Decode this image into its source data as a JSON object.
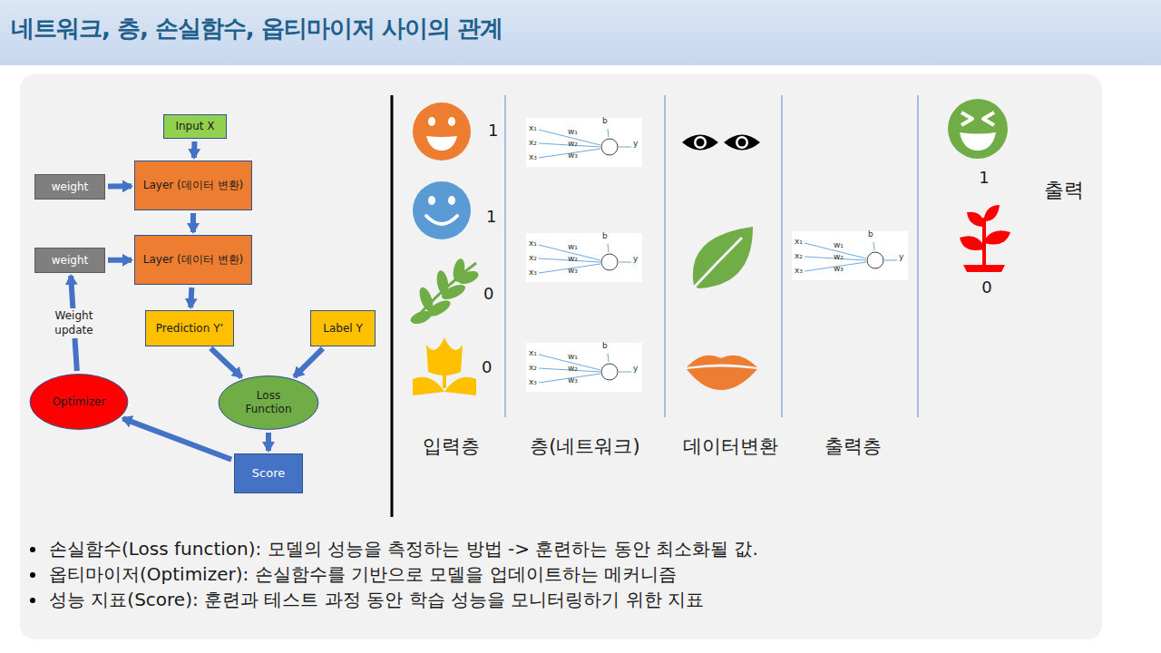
{
  "diagram": {
    "title": "네트워크, 층, 손실함수, 옵티마이저 사이의 관계",
    "nodes": [
      {
        "text": [
          "Input X"
        ]
      },
      {
        "text": [
          "weight"
        ]
      },
      {
        "text": [
          "Layer (데이터 변환)"
        ]
      },
      {
        "text": [
          "weight"
        ]
      },
      {
        "text": [
          "Layer (데이터 변환)"
        ]
      },
      {
        "text": [
          "Prediction Y’"
        ]
      },
      {
        "text": [
          "Label Y"
        ]
      },
      {
        "text": [
          "Loss Function"
        ]
      },
      {
        "text": [
          "Score"
        ]
      },
      {
        "text": [
          "Optimizer"
        ]
      }
    ],
    "edges": [
      {
        "from": 0,
        "to": 2,
        "arrow": "to"
      },
      {
        "from": 1,
        "to": 2,
        "arrow": "to"
      },
      {
        "from": 2,
        "to": 4,
        "arrow": "to"
      },
      {
        "from": 3,
        "to": 4,
        "arrow": "to"
      },
      {
        "from": 4,
        "to": 5,
        "arrow": "to"
      },
      {
        "from": 5,
        "to": 7,
        "arrow": "to"
      },
      {
        "from": 6,
        "to": 7,
        "arrow": "to"
      },
      {
        "from": 7,
        "to": 8,
        "arrow": "to"
      },
      {
        "from": 8,
        "to": 9,
        "arrow": "to"
      },
      {
        "from": 9,
        "to": 3,
        "label": "Weight update",
        "arrow": "to"
      }
    ],
    "labels": [
      "1",
      "1",
      "0",
      "0",
      "x₁",
      "x₂",
      "x₃",
      "w₁",
      "w₂",
      "w₃",
      "b",
      "y",
      "x₁",
      "x₂",
      "x₃",
      "w₁",
      "w₂",
      "w₃",
      "b",
      "y",
      "x₁",
      "x₂",
      "x₃",
      "w₁",
      "w₂",
      "w₃",
      "b",
      "y",
      "x₁",
      "x₂",
      "x₃",
      "w₁",
      "w₂",
      "w₃",
      "b",
      "y",
      "입력층",
      "층(네트워크)",
      "데이터변환",
      "출력층",
      "1",
      "0",
      "출력",
      "손실함수(Loss function): 모델의 성능을 측정하는 방법 -> 훈련하는 동안 최소화될 값.",
      "옵티마이저(Optimizer): 손실함수를 기반으로 모델을 업데이트하는 메커니즘",
      "성능 지표(Score): 훈련과 테스트 과정 동안 학습 성능을 모니터링하기 위한 지표"
    ]
  }
}
